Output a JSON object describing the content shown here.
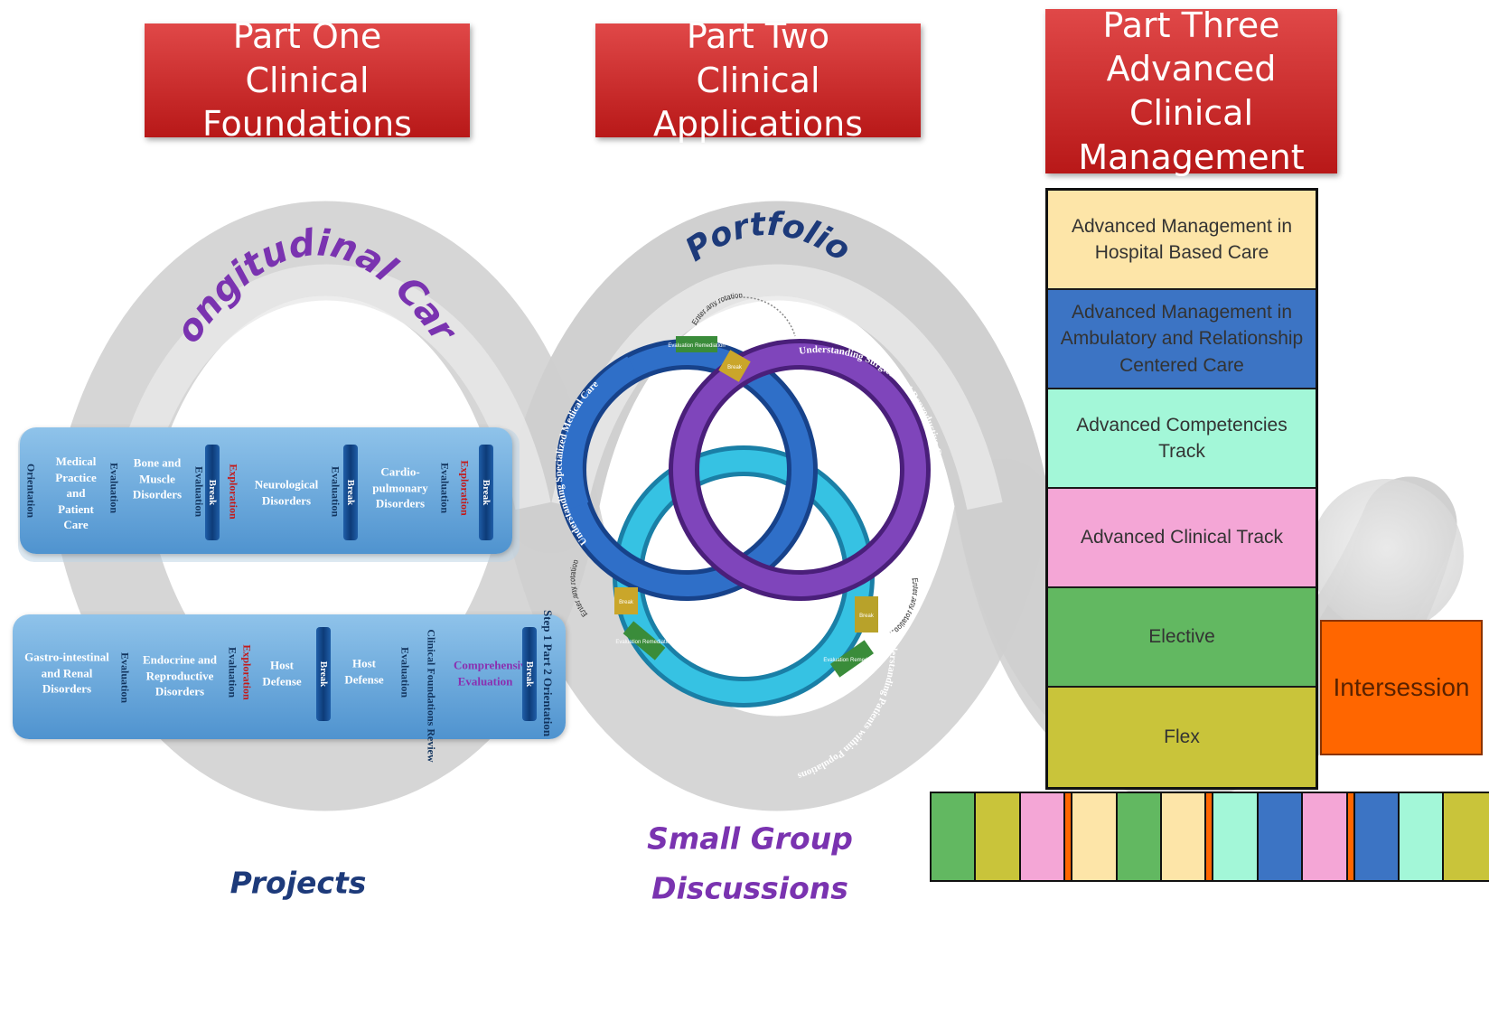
{
  "headers": {
    "part_one": [
      "Part One",
      "Clinical Foundations"
    ],
    "part_two": [
      "Part Two",
      "Clinical Applications"
    ],
    "part_three": [
      "Part Three",
      "Advanced Clinical",
      "Management"
    ]
  },
  "labels": {
    "longitudinal_care": "Longitudinal Care",
    "portfolio": "Portfolio",
    "projects": "Projects",
    "small_group": [
      "Small Group",
      "Discussions"
    ]
  },
  "colors": {
    "header_red": "#d63030",
    "strip_blue": "#6aa8dc",
    "ring_dark_blue": "#2a6bc2",
    "ring_purple": "#7b3fb5",
    "ring_cyan": "#2fb5d9",
    "intersession": "#ff6600"
  },
  "strip_one": {
    "items": [
      {
        "kind": "vtext",
        "text": "Orientation"
      },
      {
        "kind": "module",
        "text": "Medical Practice and Patient Care"
      },
      {
        "kind": "vtext",
        "text": "Evaluation"
      },
      {
        "kind": "module",
        "text": "Bone and Muscle Disorders"
      },
      {
        "kind": "vtext",
        "text": "Evaluation"
      },
      {
        "kind": "break",
        "text": "Break"
      },
      {
        "kind": "vtext_red",
        "text": "Exploration"
      },
      {
        "kind": "module",
        "text": "Neurological Disorders"
      },
      {
        "kind": "vtext",
        "text": "Evaluation"
      },
      {
        "kind": "break",
        "text": "Break"
      },
      {
        "kind": "module",
        "text": "Cardio-pulmonary Disorders"
      },
      {
        "kind": "vtext",
        "text": "Evaluation"
      },
      {
        "kind": "vtext_red",
        "text": "Exploration"
      },
      {
        "kind": "break",
        "text": "Break"
      }
    ]
  },
  "strip_two": {
    "items": [
      {
        "kind": "module",
        "text": "Gastro-intestinal and Renal Disorders"
      },
      {
        "kind": "vtext",
        "text": "Evaluation"
      },
      {
        "kind": "module",
        "text": "Endocrine and Reproductive Disorders"
      },
      {
        "kind": "vtext",
        "text": "Evaluation"
      },
      {
        "kind": "vtext_red",
        "text": "Exploration"
      },
      {
        "kind": "module",
        "text": "Host Defense"
      },
      {
        "kind": "break",
        "text": "Break"
      },
      {
        "kind": "module",
        "text": "Host Defense"
      },
      {
        "kind": "vtext",
        "text": "Evaluation"
      },
      {
        "kind": "vtext",
        "text": "Clinical Foundations Review"
      },
      {
        "kind": "module_purple",
        "text": "Comprehensive Evaluation"
      },
      {
        "kind": "break",
        "text": "Break"
      },
      {
        "kind": "vtext",
        "text": "Step 1 Part 2 Orientation"
      }
    ]
  },
  "rings": {
    "top_left": "Understanding Specialized Medical Care",
    "top_right": "Understanding Surgical and Reproductive Care",
    "bottom": "Understanding Patients within Populations",
    "small_bands": [
      "Break",
      "Evaluation Remediation",
      "Break",
      "Evaluation Remediation",
      "Break",
      "Evaluation Remediation"
    ],
    "arcs": [
      "Enter any rotation",
      "Enter any rotation",
      "Enter any rotation"
    ]
  },
  "stack": [
    {
      "text": "Advanced Management in Hospital Based Care",
      "color": "#fde5a8"
    },
    {
      "text": "Advanced Management in Ambulatory and Relationship Centered Care",
      "color": "#3c74c4"
    },
    {
      "text": "Advanced Competencies Track",
      "color": "#a3f7d8"
    },
    {
      "text": "Advanced Clinical Track",
      "color": "#f4a6d6"
    },
    {
      "text": "Elective",
      "color": "#62b861"
    },
    {
      "text": "Flex",
      "color": "#c9c43a"
    }
  ],
  "intersession": "Intersession",
  "bottom_bar": [
    {
      "color": "#62b861"
    },
    {
      "color": "#c9c43a"
    },
    {
      "color": "#f4a6d6"
    },
    {
      "color": "#ff6600",
      "thin": true
    },
    {
      "color": "#fde5a8"
    },
    {
      "color": "#62b861"
    },
    {
      "color": "#fde5a8"
    },
    {
      "color": "#ff6600",
      "thin": true
    },
    {
      "color": "#a3f7d8"
    },
    {
      "color": "#3c74c4"
    },
    {
      "color": "#f4a6d6"
    },
    {
      "color": "#ff6600",
      "thin": true
    },
    {
      "color": "#3c74c4"
    },
    {
      "color": "#a3f7d8"
    },
    {
      "color": "#c9c43a"
    }
  ]
}
